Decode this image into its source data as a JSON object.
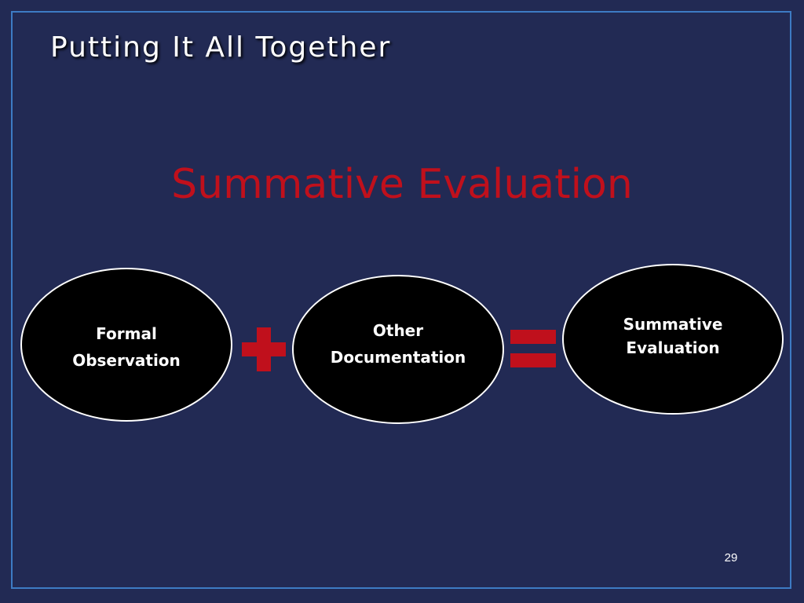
{
  "slide": {
    "title": "Putting It All Together",
    "subtitle": "Summative Evaluation",
    "page_number": "29"
  },
  "equation": {
    "term_1": "Formal\nObservation",
    "operator_1": "plus-icon",
    "term_2": "Other\nDocumentation",
    "operator_2": "equals-icon",
    "result": "Summative\nEvaluation"
  },
  "colors": {
    "background": "#222a54",
    "frame_border": "#3d7bc4",
    "accent_red": "#c0101c",
    "ellipse_fill": "#000000",
    "ellipse_text": "#ffffff"
  }
}
